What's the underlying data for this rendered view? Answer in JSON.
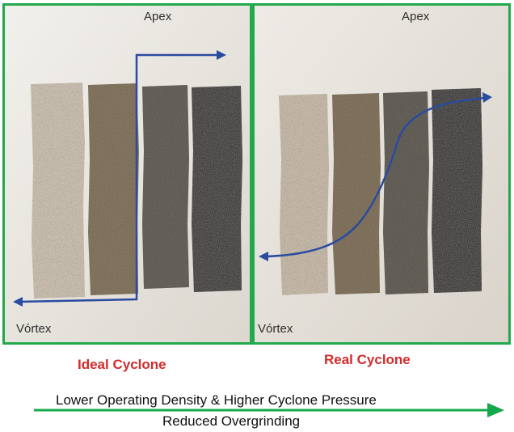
{
  "panels": {
    "ideal": {
      "apex": "Apex",
      "vortex": "Vórtex"
    },
    "real": {
      "apex": "Apex",
      "vortex": "Vórtex"
    }
  },
  "captions": {
    "ideal": "Ideal Cyclone",
    "real": "Real Cyclone"
  },
  "bottom": {
    "line1": "Lower Operating Density & Higher Cyclone Pressure",
    "line2": "Reduced Overgrinding"
  },
  "colors": {
    "frame": "#22a94b",
    "caption": "#d42a2a",
    "curve": "#2a4ba0",
    "arrow": "#14a84a"
  }
}
